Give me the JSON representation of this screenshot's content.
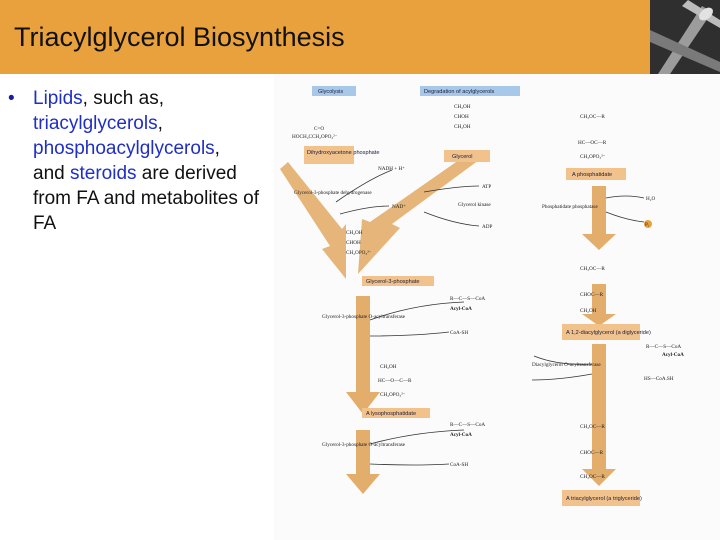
{
  "slide": {
    "title": "Triacylglycerol Biosynthesis",
    "bullet": {
      "w1": "Lipids",
      "w2": ", such as,",
      "w3": "triacylglycerols",
      "w4": ",",
      "w5": "phosphoacylglycerols",
      "w6": ",",
      "w7": "and ",
      "w8": "steroids",
      "w9": " are derived from FA and metabolites of FA"
    }
  },
  "figure": {
    "glycolysis": "Glycolysis",
    "degradation": "Degradation of acylglycerols",
    "dhap": "Dihydroxyacetone phosphate",
    "glycerol": "Glycerol",
    "g3p_dh": "Glycerol-3-phosphate dehydrogenase",
    "glycerol_kinase": "Glycerol kinase",
    "nadh": "NADH + H⁺",
    "nad": "NAD⁺",
    "atp": "ATP",
    "adp": "ADP",
    "g3p": "Glycerol-3-phosphate",
    "g3p_at": "Glycerol-3-phosphate O-acyltransferase",
    "acyl_coa": "Acyl-CoA",
    "coash": "CoA-SH",
    "lysophosphatidate": "A lysophosphatidate",
    "g3p_at2": "Glycerol-3-phosphate O-acyltransferase",
    "phosphatidate": "A phosphatidate",
    "phosphatidate_phosphatase": "Phosphatidate phosphatase",
    "h2o": "H₂O",
    "pi": "Pᵢ",
    "diacylglycerol": "A 1,2-diacylglycerol (a diglyceride)",
    "dag_at": "Diacylglycerol O-acyltransferase",
    "hs_coash": "HS—CoA.SH",
    "triacylglycerol": "A triacylglycerol (a triglyceride)",
    "struct_dhap_1": "CH₂OH",
    "struct_dhap_2": "C=O",
    "struct_dhap_3": "CH₂OPO₃²⁻",
    "struct_gly_1": "CH₂OH",
    "struct_gly_2": "CHOH",
    "struct_gly_3": "CH₂OH",
    "struct_g3p_1": "CH₂OH",
    "struct_g3p_2": "CHOH",
    "struct_g3p_3": "CH₂OPO₃²⁻",
    "struct_lyso_1": "CH₂OH",
    "struct_lyso_2": "HC—O—C—R",
    "struct_lyso_3": "CH₂OPO₃²⁻",
    "struct_pa_1": "CH₂OC—R",
    "struct_pa_2": "HC—OC—R",
    "struct_pa_3": "CH₂OPO₃²⁻",
    "struct_dag_1": "CH₂OC—R",
    "struct_dag_2": "CHOC—R",
    "struct_dag_3": "CH₂OH",
    "struct_tag_1": "CH₂OC—R",
    "struct_tag_2": "CHOC—R",
    "struct_tag_3": "CH₂OC—R",
    "thioester": "R—C—S—CoA",
    "hoch2": "HOCH₂CCH₂OPO₃²⁻",
    "acyl_coa_b": "R—C—S—CoA",
    "colors": {
      "accent": "#e8a13d",
      "box_blue": "#a8c8ea",
      "box_orange": "#f1c28c",
      "arrow": "#e3ad6b",
      "bullet_blue": "#1f2fc4"
    }
  }
}
